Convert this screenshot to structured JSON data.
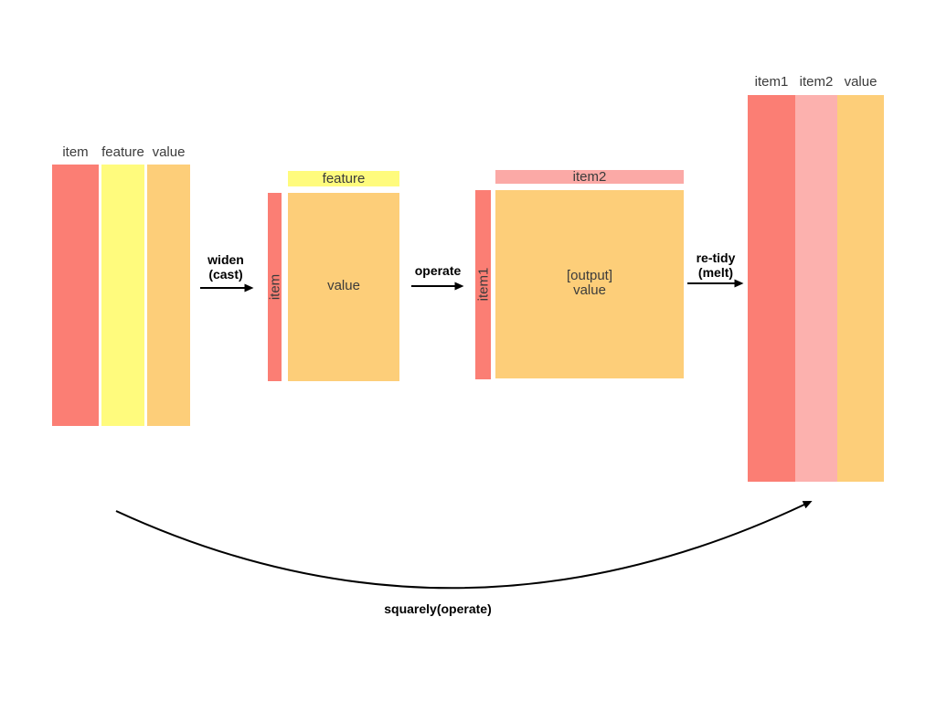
{
  "colors": {
    "red": "#FB7E74",
    "yellow": "#FFFB7D",
    "orange": "#FDCE79",
    "pink": "#FBA9A6",
    "pink_light": "#FCB1AE",
    "text_dark": "#3B3B3B",
    "arrow_black": "#000000"
  },
  "left_table": {
    "headers": [
      "item",
      "feature",
      "value"
    ]
  },
  "widen_arrow": {
    "line1": "widen",
    "line2": "(cast)"
  },
  "wide_input": {
    "row_label": "item",
    "col_label": "feature",
    "cell_label": "value"
  },
  "operate_arrow": {
    "label": "operate"
  },
  "wide_output": {
    "row_label": "item1",
    "col_label": "item2",
    "cell_line1": "[output]",
    "cell_line2": "value"
  },
  "retidy_arrow": {
    "line1": "re-tidy",
    "line2": "(melt)"
  },
  "right_table": {
    "headers": [
      "item1",
      "item2",
      "value"
    ]
  },
  "shortcut_arrow": {
    "label": "squarely(operate)"
  }
}
